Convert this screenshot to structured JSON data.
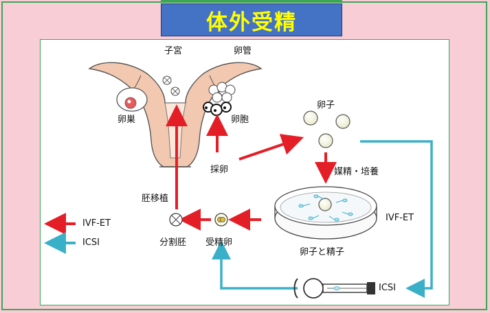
{
  "title": "体外受精",
  "labels": {
    "uterus": "子宮",
    "fallopian_tube": "卵管",
    "ovary": "卵巣",
    "follicle": "卵胞",
    "egg_retrieval": "採卵",
    "egg": "卵子",
    "insemination_culture": "媒精・培養",
    "embryo_transfer": "胚移植",
    "ivf_et_dish": "IVF-ET",
    "egg_and_sperm": "卵子と精子",
    "cleavage_embryo": "分割胚",
    "fertilized_egg": "受精卵",
    "icsi_device": "ICSI"
  },
  "legend": [
    {
      "label": "IVF-ET",
      "color": "#e41e26"
    },
    {
      "label": "ICSI",
      "color": "#3ab0c8"
    }
  ],
  "colors": {
    "red_arrow": "#e41e26",
    "blue_arrow": "#3ab0c8",
    "uterus": "#f2c9b0",
    "frame": "#3aa757",
    "title_bg": "#4472c4",
    "title_text": "#ffff00"
  }
}
